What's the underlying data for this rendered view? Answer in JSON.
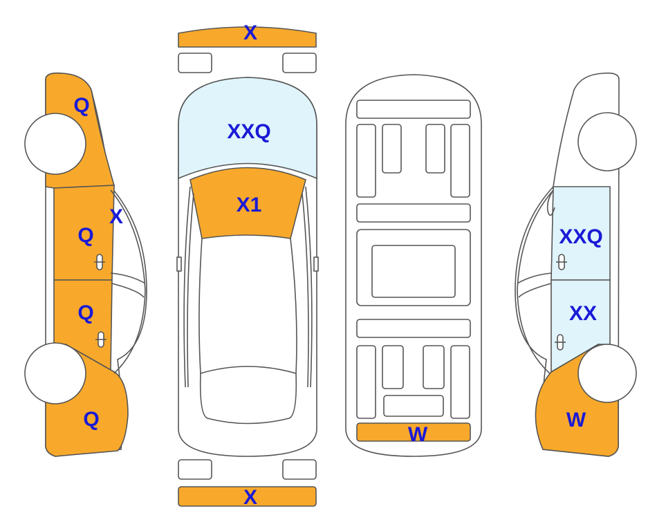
{
  "colors": {
    "damaged": "#f8a92b",
    "glass_damaged": "#dff4fb",
    "label": "#1a1ad6",
    "outline": "#555555",
    "body": "#ffffff"
  },
  "views": {
    "left_side": {
      "front_fender": "Q",
      "mirror": "X",
      "front_door": "Q",
      "rear_door": "Q",
      "rear_quarter": "Q"
    },
    "top": {
      "front_bumper": "X",
      "hood": "XXQ",
      "windshield": "X1",
      "rear_bumper": "X"
    },
    "underbody": {
      "rear_panel": "W"
    },
    "right_side": {
      "front_door": "XXQ",
      "rear_door": "XX",
      "rear_quarter": "W"
    }
  }
}
